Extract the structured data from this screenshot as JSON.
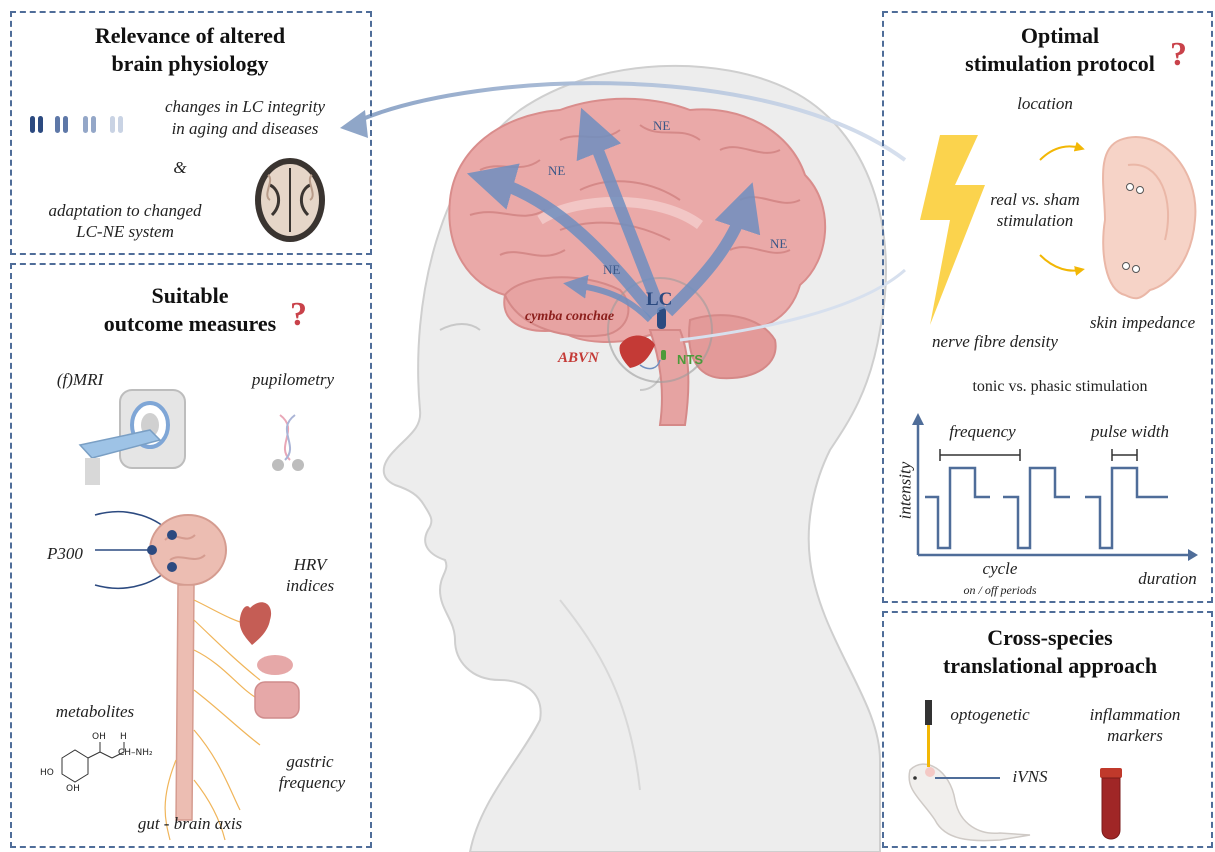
{
  "colors": {
    "panel_border": "#4f6d99",
    "brain": "#e9a7a7",
    "head": "#e6e6e6",
    "arrow": "#6f8fc0",
    "question": "#c9424a",
    "lightning": "#fbd34d",
    "nts": "#4c9a3a",
    "abvn": "#c43a36",
    "signal": "#4f6d99"
  },
  "panel_top_left": {
    "title_line1": "Relevance of altered",
    "title_line2": "brain physiology",
    "item1_line1": "changes in LC integrity",
    "item1_line2": "in aging and diseases",
    "ampersand": "&",
    "item2_line1": "adaptation to changed",
    "item2_line2": "LC-NE system"
  },
  "panel_left": {
    "title_line1": "Suitable",
    "title_line2": "outcome measures",
    "question": "?",
    "mri": "(f)MRI",
    "pupilometry": "pupilometry",
    "p300": "P300",
    "hrv_line1": "HRV",
    "hrv_line2": "indices",
    "metabolites": "metabolites",
    "gastric_line1": "gastric",
    "gastric_line2": "frequency",
    "gut": "gut - brain axis",
    "chem_oh1": "OH",
    "chem_h": "H",
    "chem_nh2": "CH–NH₂",
    "chem_ho": "HO",
    "chem_oh2": "OH"
  },
  "panel_top_right": {
    "title_line1": "Optimal",
    "title_line2": "stimulation protocol",
    "question": "?",
    "location": "location",
    "sham_line1": "real vs. sham",
    "sham_line2": "stimulation",
    "skin": "skin impedance",
    "nerve": "nerve fibre density",
    "tonic": "tonic vs. phasic stimulation",
    "frequency": "frequency",
    "pulse_width": "pulse width",
    "intensity": "intensity",
    "cycle": "cycle",
    "on_off": "on / off periods",
    "duration": "duration"
  },
  "panel_bottom_right": {
    "title_line1": "Cross-species",
    "title_line2": "translational approach",
    "optogenetic": "optogenetic",
    "ivns": "iVNS",
    "inflammation_line1": "inflammation",
    "inflammation_line2": "markers"
  },
  "center": {
    "ne": "NE",
    "lc": "LC",
    "cymba": "cymba conchae",
    "abvn": "ABVN",
    "nts": "NTS"
  }
}
